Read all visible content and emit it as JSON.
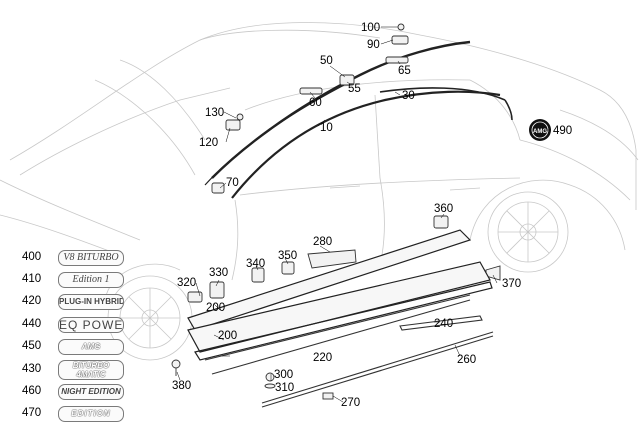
{
  "callouts": [
    "100",
    "90",
    "50",
    "65",
    "55",
    "60",
    "30",
    "10",
    "490",
    "130",
    "120",
    "70",
    "360",
    "280",
    "330",
    "340",
    "350",
    "320",
    "200",
    "200",
    "370",
    "240",
    "220",
    "260",
    "380",
    "300",
    "310",
    "270"
  ],
  "badges": {
    "row400": {
      "code": "400",
      "text": "V8 BITURBO"
    },
    "row410": {
      "code": "410",
      "text": "Edition 1"
    },
    "row420": {
      "code": "420",
      "text": "PLUG-IN HYBRID"
    },
    "row440": {
      "code": "440",
      "text": "EQ POWER"
    },
    "row450": {
      "code": "450",
      "text": "AMG"
    },
    "row430": {
      "code": "430",
      "text": "BITURBO 4MATIC"
    },
    "row460": {
      "code": "460",
      "text": "NIGHT EDITION"
    },
    "row470": {
      "code": "470",
      "text": "EDITION"
    }
  },
  "logo": {
    "text": "AMG"
  }
}
